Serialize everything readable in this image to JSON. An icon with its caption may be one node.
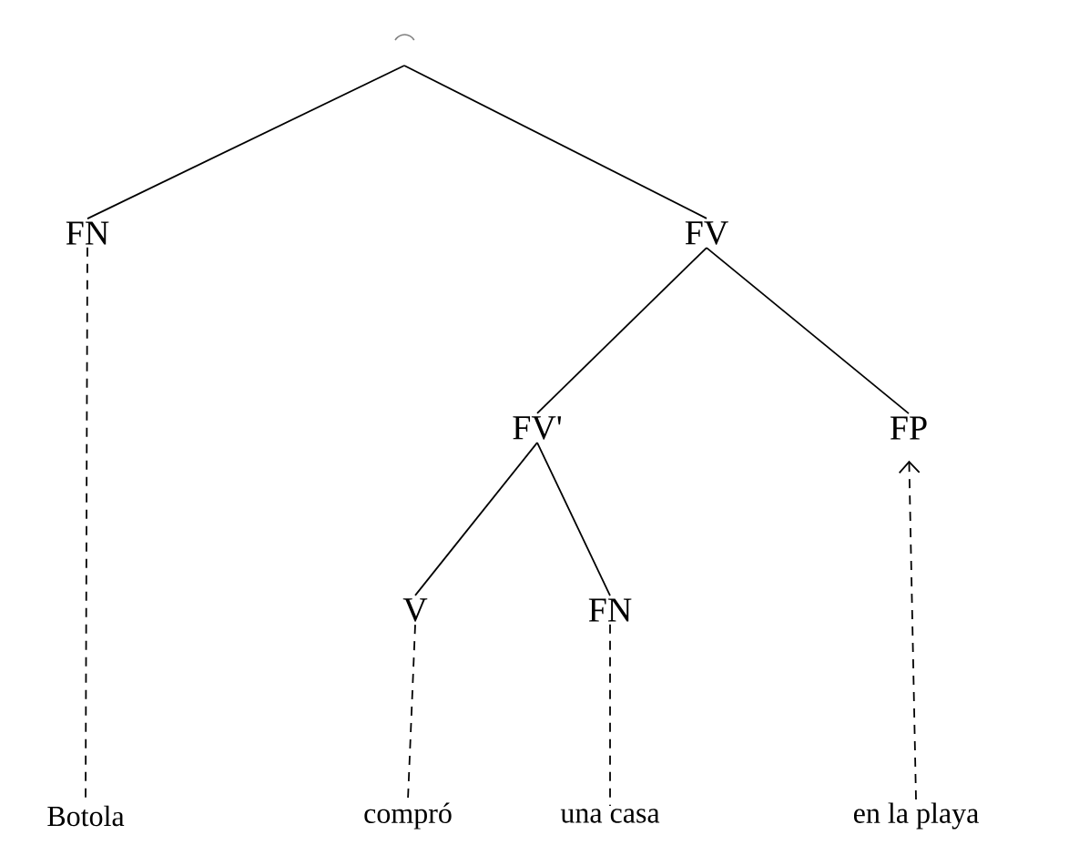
{
  "diagram": {
    "nodes": [
      {
        "text": [],
        "shape": "arc"
      },
      {
        "text": [
          "FN"
        ]
      },
      {
        "text": [
          "FV"
        ]
      },
      {
        "text": [
          "FV'"
        ]
      },
      {
        "text": [
          "FP"
        ]
      },
      {
        "text": [
          "V"
        ]
      },
      {
        "text": [
          "FN"
        ]
      },
      {
        "text": [
          "Botola"
        ]
      },
      {
        "text": [
          "compró"
        ]
      },
      {
        "text": [
          "una casa"
        ]
      },
      {
        "text": [
          "en la playa"
        ]
      }
    ],
    "edges": [
      {
        "from": 0,
        "to": 1,
        "arrow": "none"
      },
      {
        "from": 0,
        "to": 2,
        "arrow": "none"
      },
      {
        "from": 2,
        "to": 3,
        "arrow": "none"
      },
      {
        "from": 2,
        "to": 4,
        "arrow": "none"
      },
      {
        "from": 3,
        "to": 5,
        "arrow": "none"
      },
      {
        "from": 3,
        "to": 6,
        "arrow": "none"
      },
      {
        "from": 1,
        "to": 7,
        "arrow": "none",
        "style": "dashed"
      },
      {
        "from": 5,
        "to": 8,
        "arrow": "none",
        "style": "dashed"
      },
      {
        "from": 6,
        "to": 9,
        "arrow": "none",
        "style": "dashed"
      },
      {
        "from": 10,
        "to": 4,
        "arrow": "to",
        "style": "dashed"
      }
    ]
  }
}
